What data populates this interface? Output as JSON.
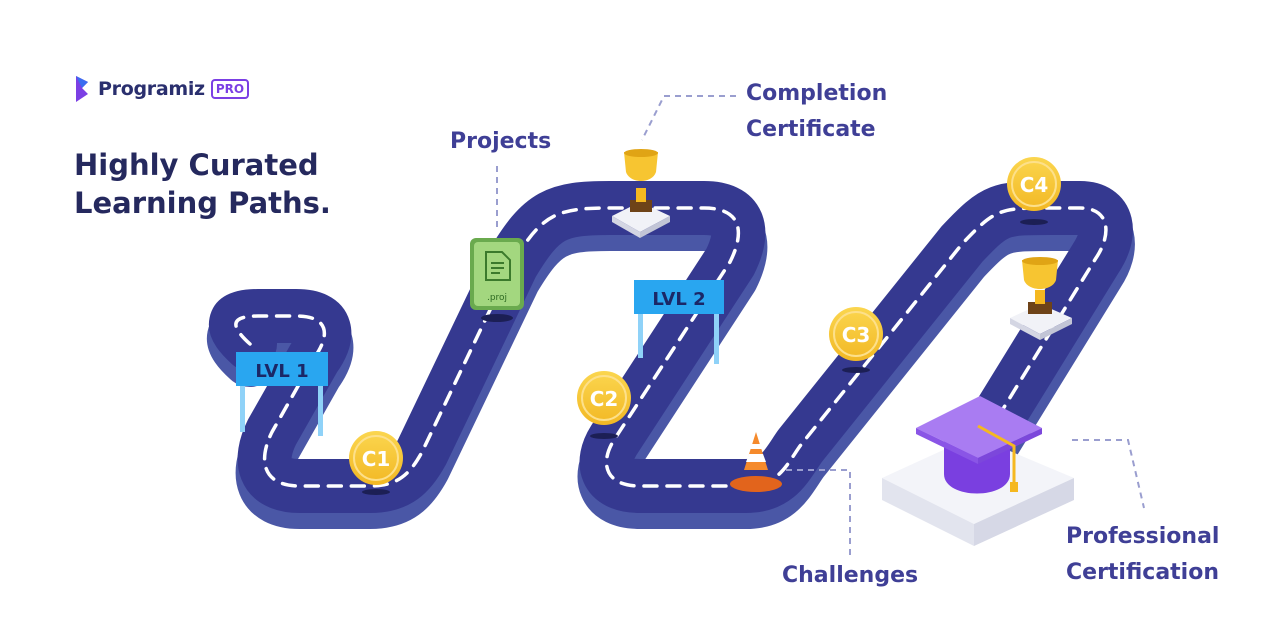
{
  "brand": {
    "name": "Programiz",
    "badge": "PRO",
    "accent_color": "#7b3fe4"
  },
  "headline": {
    "line1": "Highly Curated",
    "line2": "Learning Paths."
  },
  "levels": {
    "lvl1": "LVL 1",
    "lvl2": "LVL 2"
  },
  "checkpoints": {
    "c1": "C1",
    "c2": "C2",
    "c3": "C3",
    "c4": "C4"
  },
  "project_file": {
    "extension": ".proj",
    "icon": "document-icon"
  },
  "callouts": {
    "projects": "Projects",
    "completion_line1": "Completion",
    "completion_line2": "Certificate",
    "challenges": "Challenges",
    "professional_line1": "Professional",
    "professional_line2": "Certification"
  },
  "icons": {
    "trophy": "trophy-icon",
    "cone": "traffic-cone-icon",
    "graduation": "graduation-cap-icon"
  },
  "colors": {
    "road_top": "#363a91",
    "road_side": "#4a57a6",
    "sign": "#29a6f0",
    "coin": "#f7c948",
    "trophy": "#f5b820",
    "cap": "#8a55e6",
    "label": "#3f3f96"
  }
}
